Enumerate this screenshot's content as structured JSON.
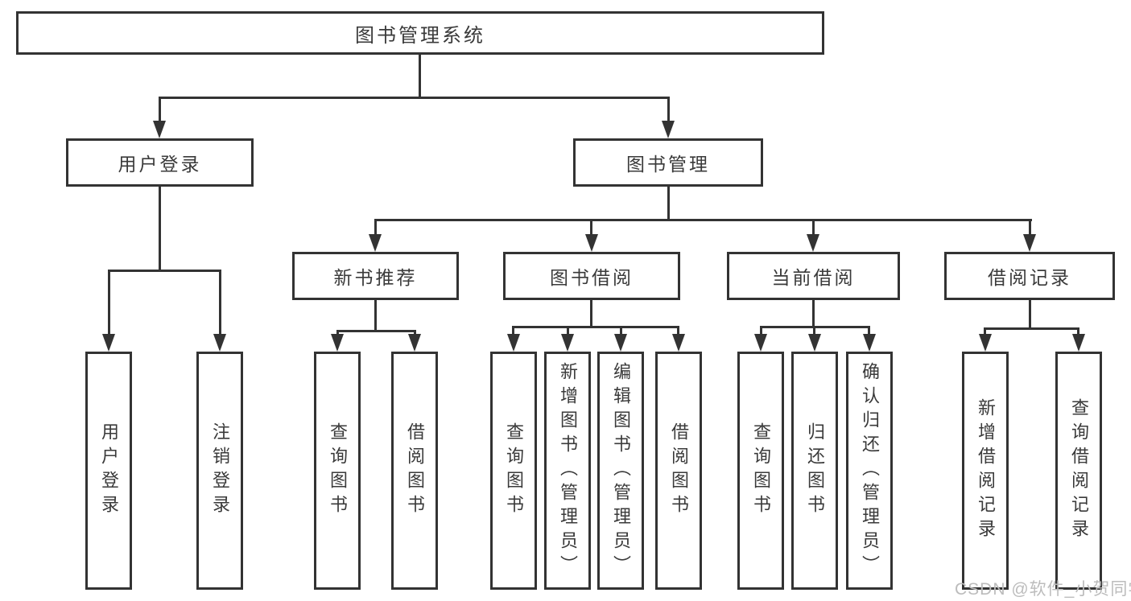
{
  "diagram": {
    "type": "tree",
    "root": {
      "label": "图书管理系统",
      "children": [
        {
          "label": "用户登录",
          "children": [
            {
              "label": "用户登录"
            },
            {
              "label": "注销登录"
            }
          ]
        },
        {
          "label": "图书管理",
          "children": [
            {
              "label": "新书推荐",
              "children": [
                {
                  "label": "查询图书"
                },
                {
                  "label": "借阅图书"
                }
              ]
            },
            {
              "label": "图书借阅",
              "children": [
                {
                  "label": "查询图书"
                },
                {
                  "label": "新增图书（管理员）"
                },
                {
                  "label": "编辑图书（管理员）"
                },
                {
                  "label": "借阅图书"
                }
              ]
            },
            {
              "label": "当前借阅",
              "children": [
                {
                  "label": "查询图书"
                },
                {
                  "label": "归还图书"
                },
                {
                  "label": "确认归还（管理员）"
                }
              ]
            },
            {
              "label": "借阅记录",
              "children": [
                {
                  "label": "新增借阅记录"
                },
                {
                  "label": "查询借阅记录"
                }
              ]
            }
          ]
        }
      ]
    },
    "watermark": "CSDN @软件_小贺同学",
    "colors": {
      "line": "#333333",
      "text": "#3a3a3a",
      "box_fill": "#ffffff",
      "watermark": "#bcbcbc"
    }
  }
}
